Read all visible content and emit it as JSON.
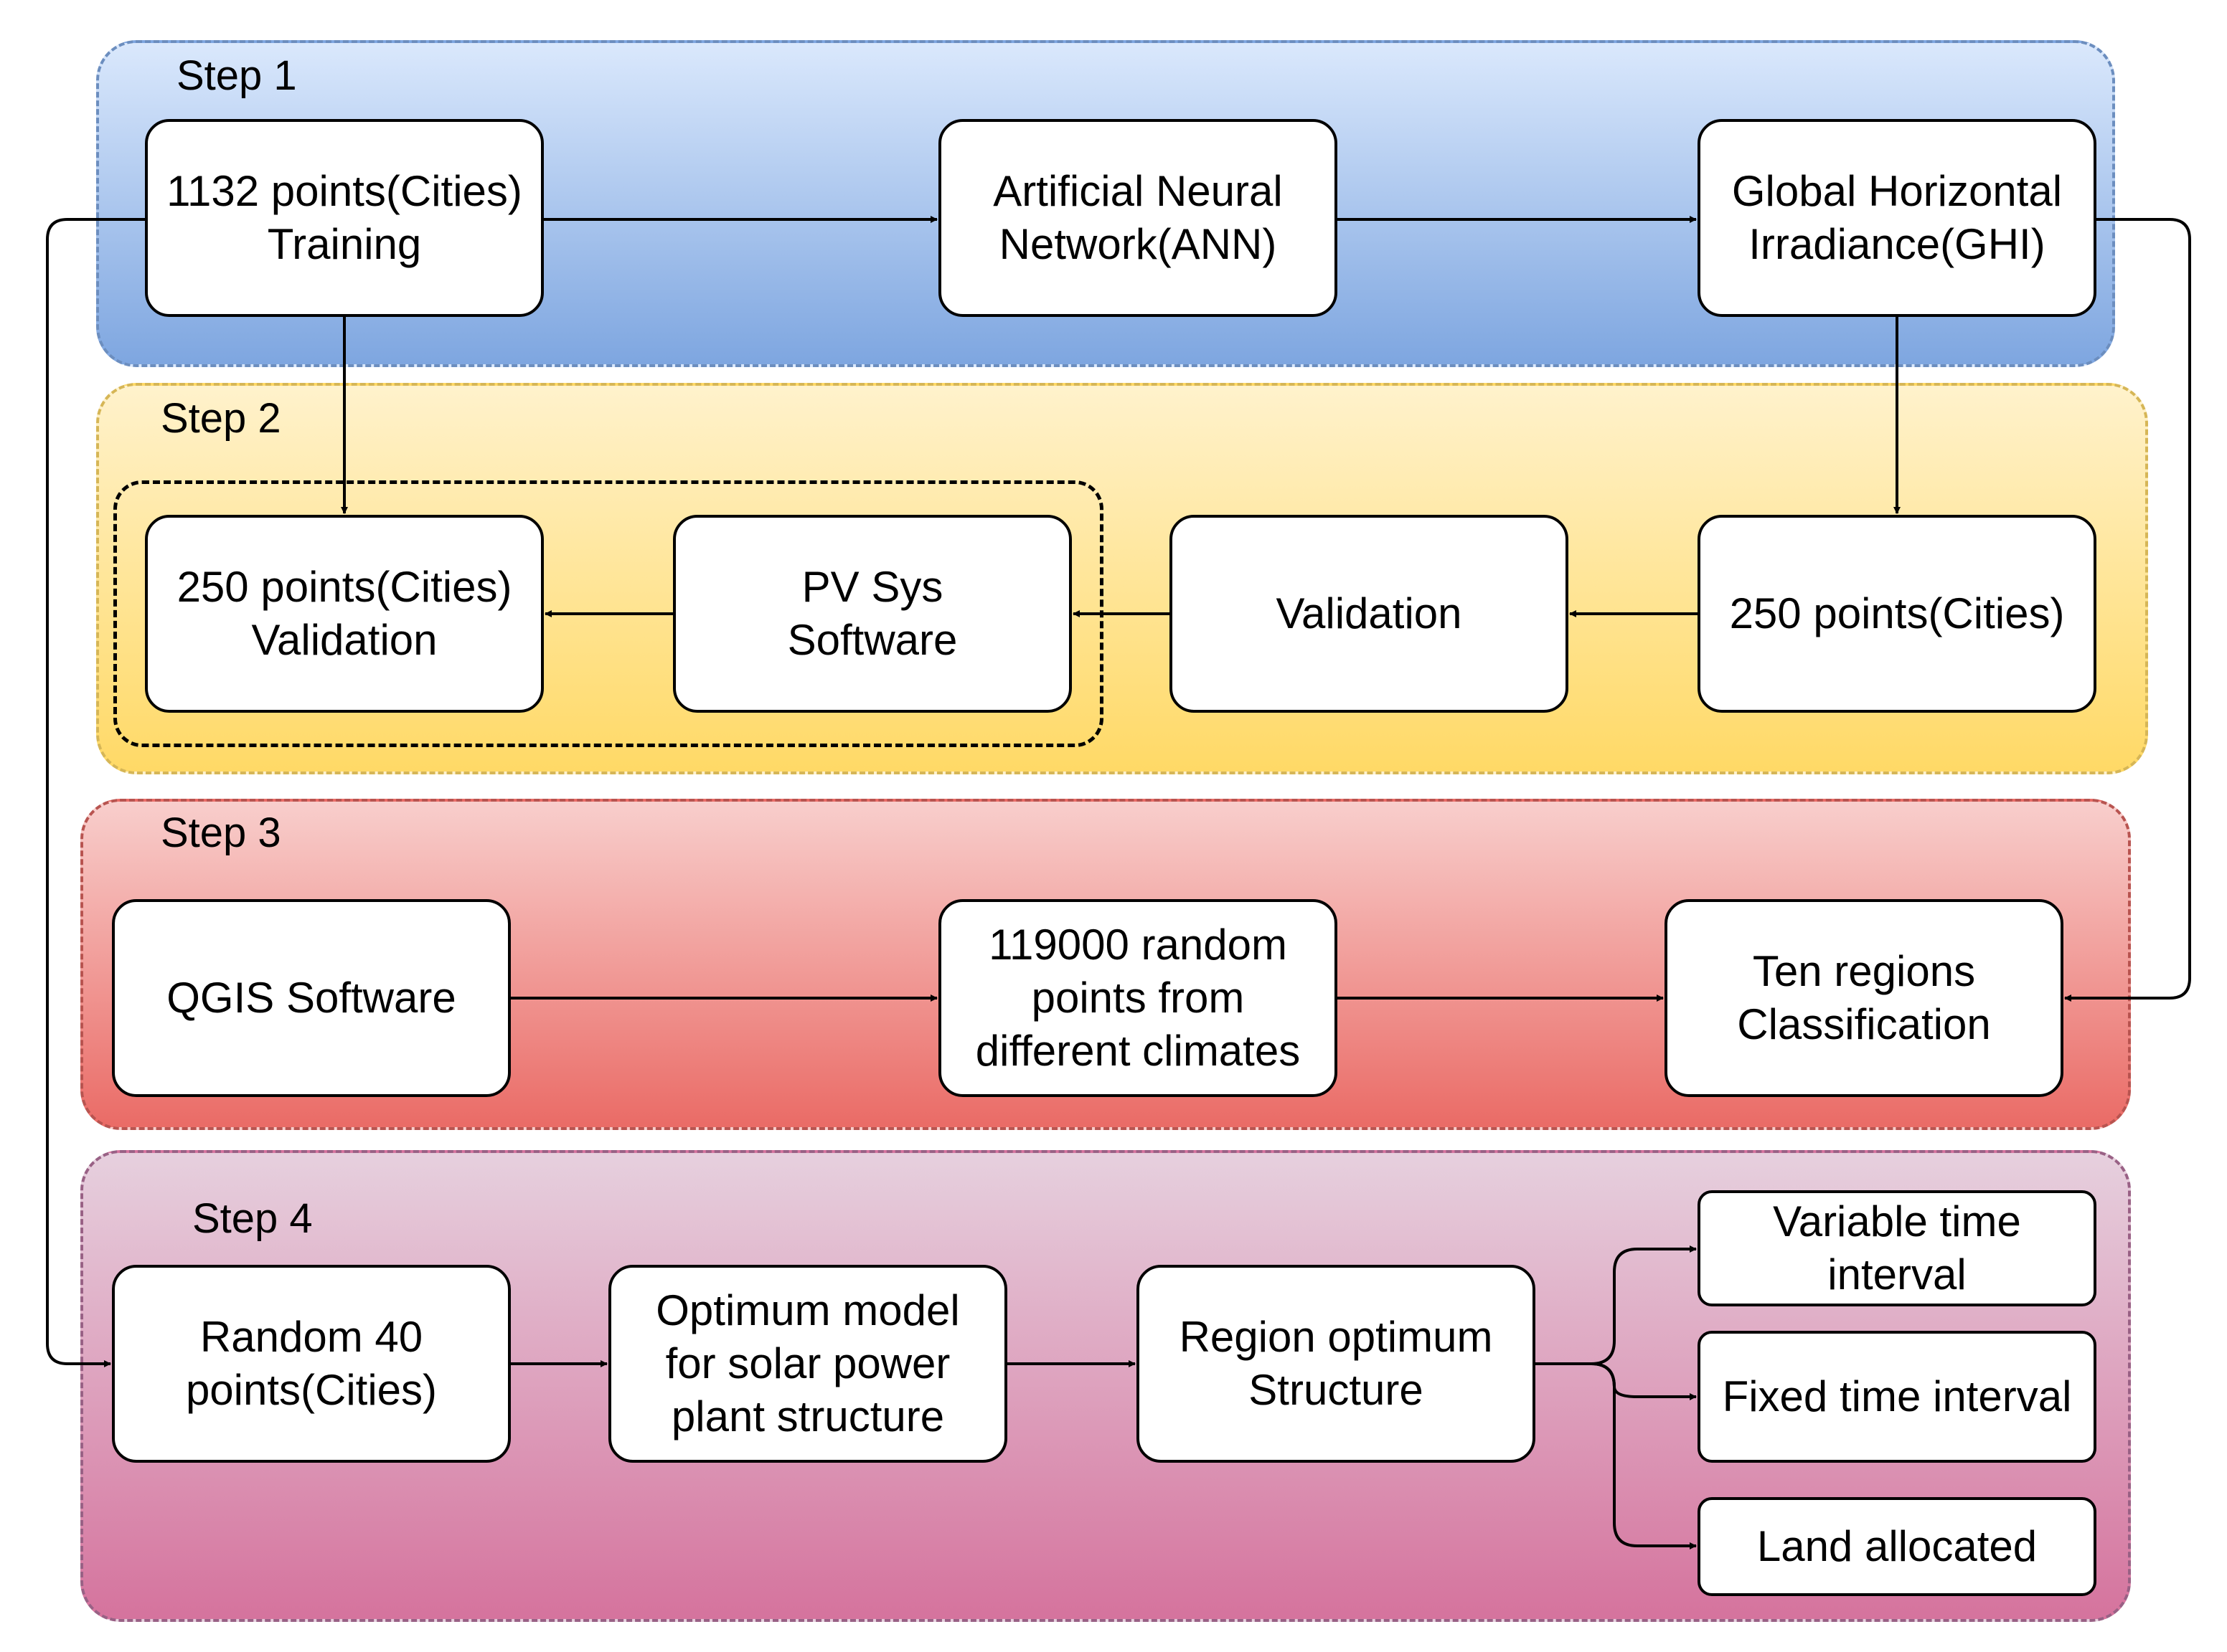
{
  "steps": [
    {
      "title": "Step 1",
      "bg_top": "#dae8fc",
      "bg_bottom": "#7ea6e0",
      "border": "#6c8ebf"
    },
    {
      "title": "Step 2",
      "bg_top": "#fff2cc",
      "bg_bottom": "#ffd966",
      "border": "#d6b656"
    },
    {
      "title": "Step 3",
      "bg_top": "#f8cecc",
      "bg_bottom": "#ea6b66",
      "border": "#b85450"
    },
    {
      "title": "Step 4",
      "bg_top": "#e6d0de",
      "bg_bottom": "#d5739d",
      "border": "#996185"
    }
  ],
  "nodes": {
    "training": "1132 points(Cities)\nTraining",
    "ann": "Artificial Neural\nNetwork(ANN)",
    "ghi": "Global Horizontal\nIrradiance(GHI)",
    "validation_points": "250 points(Cities)\nValidation",
    "pvsys": "PV Sys\nSoftware",
    "validation": "Validation",
    "points250": "250 points(Cities)",
    "qgis": "QGIS Software",
    "random_points": "119000 random\npoints from\ndifferent climates",
    "ten_regions": "Ten regions\nClassification",
    "random40": "Random 40\npoints(Cities)",
    "optimum_model": "Optimum model\nfor solar power\nplant structure",
    "region_optimum": "Region optimum\nStructure",
    "variable_time": "Variable time\ninterval",
    "fixed_time": "Fixed time interval",
    "land_allocated": "Land allocated"
  }
}
